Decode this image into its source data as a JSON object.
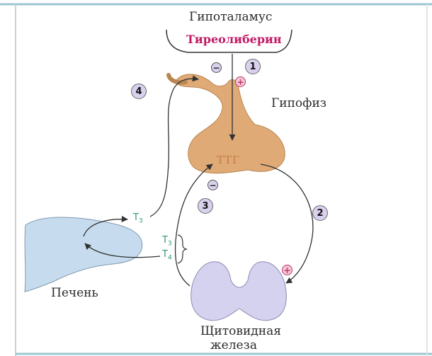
{
  "labels": {
    "hypothalamus": "Гипоталамус",
    "thyroliberin": "Тиреолиберин",
    "pituitary": "Гипофиз",
    "ttg": "ТТГ",
    "liver": "Печень",
    "thyroid_line1": "Щитовидная",
    "thyroid_line2": "железа",
    "t3_main": "T",
    "t3_sub": "3",
    "t3b_main": "T",
    "t3b_sub": "3",
    "t4_main": "T",
    "t4_sub": "4"
  },
  "markers": {
    "n1": "1",
    "n2": "2",
    "n3": "3",
    "n4": "4",
    "minus_top": "−",
    "plus_top": "+",
    "minus_mid": "−",
    "plus_thyroid": "+"
  },
  "colors": {
    "pituitary_fill": "#dfaa76",
    "liver_fill": "#c6dcee",
    "thyroid_fill": "#d4d2ee",
    "frame_accent": "#9cc6d2"
  }
}
